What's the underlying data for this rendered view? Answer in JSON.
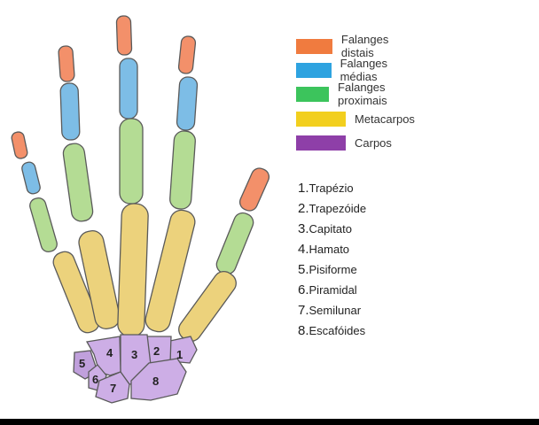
{
  "legend": [
    {
      "label": "Falanges distais",
      "color": "#f07b3f"
    },
    {
      "label": "Falanges médias",
      "color": "#2ea3e0"
    },
    {
      "label": "Falanges proximais",
      "color": "#3cc45c"
    },
    {
      "label": "Metacarpos",
      "color": "#f2cf1e"
    },
    {
      "label": "Carpos",
      "color": "#8e3fa8"
    }
  ],
  "carpals": [
    {
      "num": "1.",
      "name": "Trapézio",
      "mark": "1"
    },
    {
      "num": "2.",
      "name": "Trapezóide",
      "mark": "2"
    },
    {
      "num": "3.",
      "name": "Capitato",
      "mark": "3"
    },
    {
      "num": "4.",
      "name": "Hamato",
      "mark": "4"
    },
    {
      "num": "5.",
      "name": "Pisiforme",
      "mark": "5"
    },
    {
      "num": "6.",
      "name": "Piramidal",
      "mark": "6"
    },
    {
      "num": "7.",
      "name": "Semilunar",
      "mark": "7"
    },
    {
      "num": "8.",
      "name": "Escafóides",
      "mark": "8"
    }
  ],
  "bone_colors": {
    "distal": "#f3906a",
    "middle": "#7dbde6",
    "proximal": "#b4dc94",
    "metacarpal": "#ecd27c",
    "carpal": "#cdaee6"
  }
}
